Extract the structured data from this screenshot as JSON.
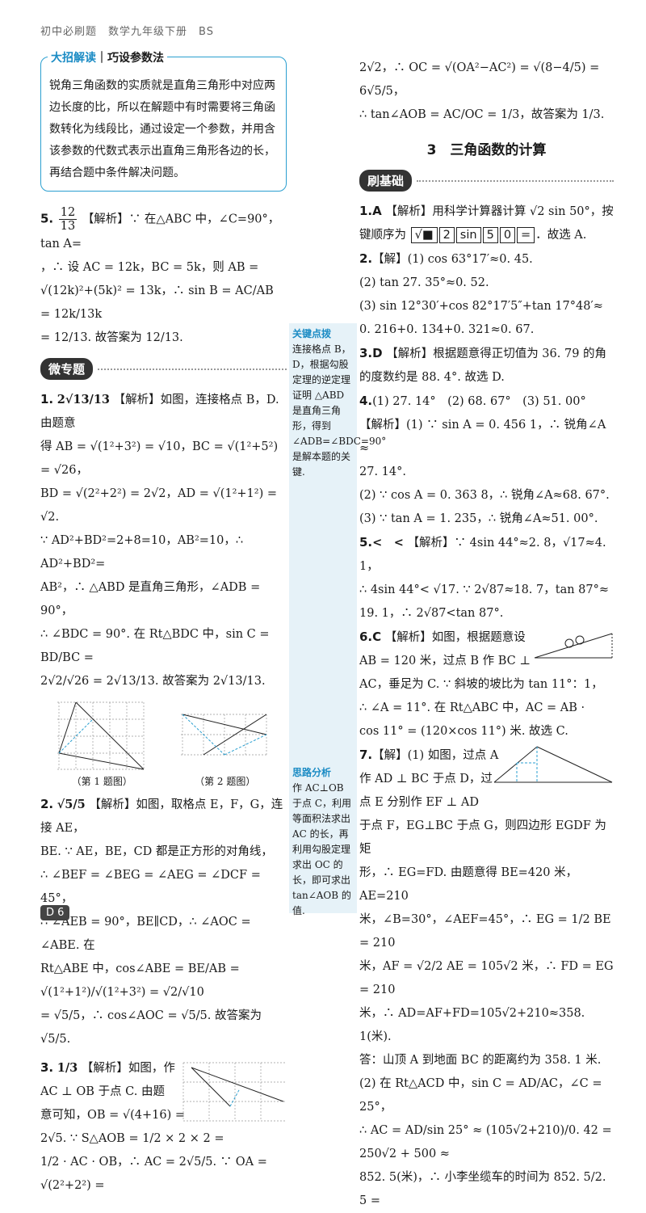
{
  "header": "初中必刷题　数学九年级下册　BS",
  "tip": {
    "title_a": "大招解读",
    "title_b": "巧设参数法",
    "body": "锐角三角函数的实质就是直角三角形中对应两边长度的比，所以在解题中有时需要将三角函数转化为线段比，通过设定一个参数，并用含该参数的代数式表示出直角三角形各边的长，再结合题中条件解决问题。"
  },
  "left": {
    "q5_num": "5.",
    "q5_ans_n": "12",
    "q5_ans_d": "13",
    "q5_l1": "【解析】∵ 在△ABC 中，∠C=90°，tan A=",
    "q5_l2": "，∴ 设 AC = 12k，BC = 5k，则 AB =",
    "q5_l3": "√(12k)²+(5k)² = 13k，∴ sin B = AC/AB = 12k/13k",
    "q5_l4": "= 12/13. 故答案为 12/13.",
    "micro_title": "微专题",
    "m1_num": "1.",
    "m1_ans": "2√13/13",
    "m1_l1": "【解析】如图，连接格点 B，D. 由题意",
    "m1_l2": "得 AB = √(1²+3²) = √10，BC = √(1²+5²) = √26，",
    "m1_l3": "BD = √(2²+2²) = 2√2，AD = √(1²+1²) = √2.",
    "m1_l4": "∵ AD²+BD²=2+8=10，AB²=10，∴ AD²+BD²=",
    "m1_l5": "AB²，∴ △ABD 是直角三角形，∠ADB = 90°，",
    "m1_l6": "∴ ∠BDC = 90°. 在 Rt△BDC 中，sin C = BD/BC =",
    "m1_l7": "2√2/√26 = 2√13/13. 故答案为 2√13/13.",
    "fig1_cap": "（第 1 题图）",
    "fig2_cap": "（第 2 题图）",
    "m2_num": "2.",
    "m2_ans": "√5/5",
    "m2_l1": "【解析】如图，取格点 E，F，G，连接 AE，",
    "m2_l2": "BE. ∵ AE，BE，CD 都是正方形的对角线，",
    "m2_l3": "∴ ∠BEF = ∠BEG = ∠AEG = ∠DCF = 45°，",
    "m2_l4": "∴ ∠AEB = 90°，BE∥CD，∴ ∠AOC = ∠ABE. 在",
    "m2_l5": "Rt△ABE 中，cos∠ABE = BE/AB = √(1²+1²)/√(1²+3²) = √2/√10",
    "m2_l6": "= √5/5，∴ cos∠AOC = √5/5. 故答案为 √5/5.",
    "m3_num": "3.",
    "m3_ans": "1/3",
    "m3_l1": "【解析】如图，作",
    "m3_l2": "AC ⊥ OB 于点 C. 由题",
    "m3_l3": "意可知，OB = √(4+16) =",
    "m3_l4": "2√5. ∵ S△AOB = 1/2 × 2 × 2 =",
    "m3_l5": "1/2 · AC · OB，∴ AC = 2√5/5. ∵ OA = √(2²+2²) ="
  },
  "side": {
    "n1_title": "关键点拨",
    "n1_body": "连接格点 B，D，根据勾股定理的逆定理证明 △ABD 是直角三角形，得到 ∠ADB=∠BDC=90°是解本题的关键.",
    "n2_title": "思路分析",
    "n2_body": "作 AC⊥OB 于点 C，利用等面积法求出 AC 的长，再利用勾股定理求出 OC 的长，即可求出 tan∠AOB 的值."
  },
  "right": {
    "c1": "2√2，∴ OC = √(OA²−AC²) = √(8−4/5) = 6√5/5，",
    "c2": "∴ tan∠AOB = AC/OC = 1/3，故答案为 1/3.",
    "section": "3　三角函数的计算",
    "basic_title": "刷基础",
    "q1_num": "1.",
    "q1_ans": "A",
    "q1_l1": "【解析】用科学计算器计算 √2 sin 50°，按",
    "q1_l2a": "键顺序为",
    "q1_keys": [
      "√■",
      "2",
      "sin",
      "5",
      "0",
      "="
    ],
    "q1_l2b": "．故选 A.",
    "q2_num": "2.",
    "q2_l1": "【解】(1) cos 63°17′≈0. 45.",
    "q2_l2": "(2) tan 27. 35°≈0. 52.",
    "q2_l3": "(3) sin 12°30′+cos 82°17′5″+tan 17°48′≈",
    "q2_l4": "0. 216+0. 134+0. 321≈0. 67.",
    "q3_num": "3.",
    "q3_ans": "D",
    "q3_l1": "【解析】根据题意得正切值为 36. 79 的角",
    "q3_l2": "的度数约是 88. 4°. 故选 D.",
    "q4_num": "4.",
    "q4_l1": "(1) 27. 14°　(2) 68. 67°　(3) 51. 00°",
    "q4_l2": "【解析】(1) ∵ sin A = 0. 456 1，∴ 锐角∠A ≈",
    "q4_l3": "27. 14°.",
    "q4_l4": "(2) ∵ cos A = 0. 363 8，∴ 锐角∠A≈68. 67°.",
    "q4_l5": "(3) ∵ tan A = 1. 235，∴ 锐角∠A≈51. 00°.",
    "q5_num": "5.",
    "q5_ans": "<　<",
    "q5_l1": "【解析】∵ 4sin 44°≈2. 8，√17≈4. 1，",
    "q5_l2": "∴ 4sin 44°< √17. ∵ 2√87≈18. 7，tan 87°≈",
    "q5_l3": "19. 1，∴ 2√87<tan 87°.",
    "q6_num": "6.",
    "q6_ans": "C",
    "q6_l1": "【解析】如图，根据题意设",
    "q6_l2": "AB = 120 米，过点 B 作 BC ⊥",
    "q6_l3": "AC，垂足为 C. ∵ 斜坡的坡比为 tan 11°：1，",
    "q6_l4": "∴ ∠A = 11°. 在 Rt△ABC 中，AC = AB ·",
    "q6_l5": "cos 11° = (120×cos 11°) 米. 故选 C.",
    "q7_num": "7.",
    "q7_l1": "【解】(1) 如图，过点 A",
    "q7_l2": "作 AD ⊥ BC 于点 D，过",
    "q7_l3": "点 E 分别作 EF ⊥ AD",
    "q7_l4": "于点 F，EG⊥BC 于点 G，则四边形 EGDF 为矩",
    "q7_l5": "形，∴ EG=FD. 由题意得 BE=420 米，AE=210",
    "q7_l6": "米，∠B=30°，∠AEF=45°，∴ EG = 1/2 BE = 210",
    "q7_l7": "米，AF = √2/2 AE = 105√2 米，∴ FD = EG = 210",
    "q7_l8": "米，∴ AD=AF+FD=105√2+210≈358. 1(米).",
    "q7_l9": "答：山顶 A 到地面 BC 的距离约为 358. 1 米.",
    "q7_l10": "(2) 在 Rt△ACD 中，sin C = AD/AC，∠C = 25°，",
    "q7_l11": "∴ AC = AD/sin 25° ≈ (105√2+210)/0. 42 = 250√2 + 500 ≈",
    "q7_l12": "852. 5(米)，∴ 小李坐缆车的时间为 852. 5/2. 5 ="
  },
  "page_number": "D 6"
}
